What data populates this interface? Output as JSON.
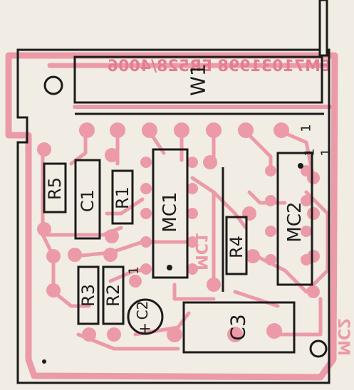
{
  "colors": {
    "paper": "#f1ede4",
    "copper": "#ec9aa8",
    "copper_dark": "#e57d90",
    "silkscreen": "#1b1b1b"
  },
  "board": {
    "mirrored_code": "EM71031998 ER528/4006"
  },
  "components": {
    "w1": "W1",
    "r5": "R5",
    "c1": "C1",
    "r1": "R1",
    "mc1": "MC1",
    "mc2": "MC2",
    "r4": "R4",
    "r3": "R3",
    "r2": "R2",
    "c2": "C2",
    "c2_polarity": "+",
    "c3": "C3",
    "pin1_mc1": "1",
    "pin1_mc2": "1",
    "pin1_w1": "1",
    "pin1_w1_b": "1"
  },
  "copper_labels": {
    "mc1_ghost": "MC1",
    "mc2_ghost": "MC2"
  }
}
